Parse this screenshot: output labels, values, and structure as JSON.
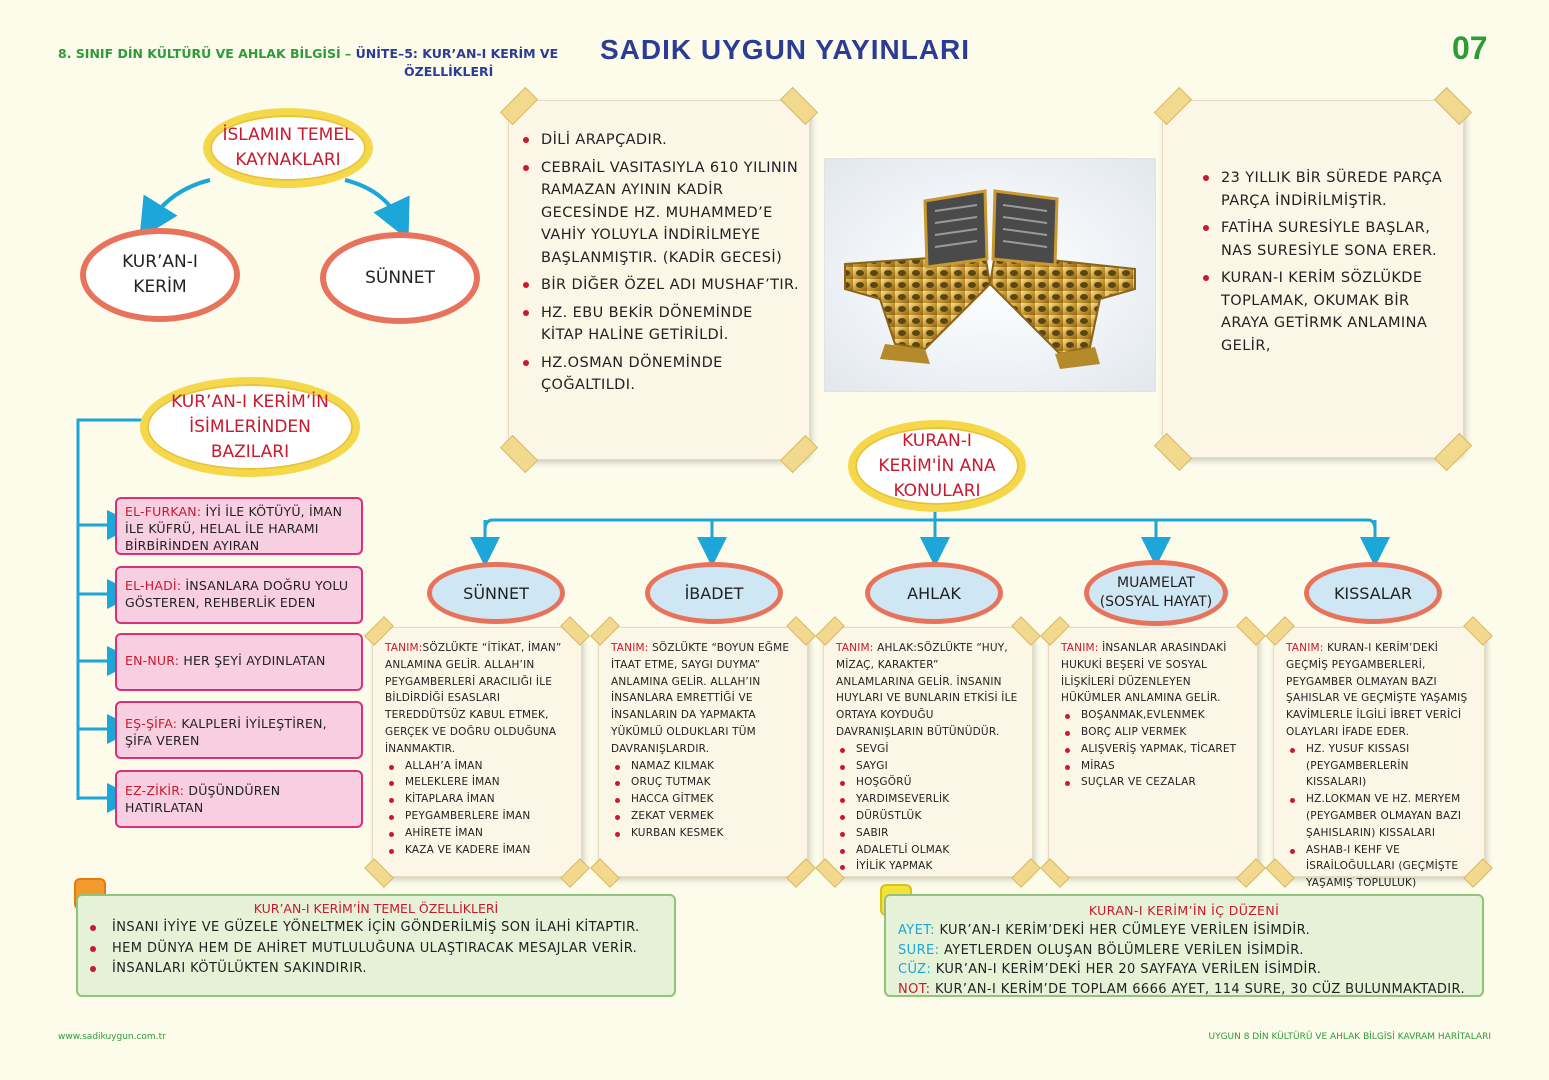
{
  "header": {
    "grade_course": "8. SINIF DİN KÜLTÜRÜ VE AHLAK BİLGİSİ – ",
    "unit": "ÜNİTE–5:  KUR’AN-I KERİM VE",
    "unit_sub": "ÖZELLİKLERİ",
    "brand": "SADIK  UYGUN  YAYINLARI",
    "page_number": "07"
  },
  "sources": {
    "title": "İSLAMIN TEMEL\nKAYNAKLARI",
    "left": "KUR’AN-I\nKERİM",
    "right": "SÜNNET"
  },
  "names": {
    "title": "KUR’AN-I KERİM’İN\nİSİMLERİNDEN\nBAZILARI",
    "items": [
      {
        "term": "EL-FURKAN:",
        "desc": " İYİ İLE KÖTÜYÜ, İMAN İLE KÜFRÜ, HELAL İLE HARAMI BİRBİRİNDEN AYIRAN"
      },
      {
        "term": "EL-HADİ:",
        "desc": " İNSANLARA DOĞRU YOLU GÖSTEREN, REHBERLİK EDEN"
      },
      {
        "term": "EN-NUR:",
        "desc": " HER ŞEYİ AYDINLATAN"
      },
      {
        "term": "EŞ-ŞİFA:",
        "desc": " KALPLERİ İYİLEŞTİREN, ŞİFA VEREN"
      },
      {
        "term": "EZ-ZİKİR:",
        "desc": " DÜŞÜNDÜREN HATIRLATAN"
      }
    ]
  },
  "note_left": [
    "DİLİ ARAPÇADIR.",
    "CEBRAİL VASITASIYLA 610 YILININ RAMAZAN AYININ KADİR GECESİNDE HZ. MUHAMMED’E VAHİY YOLUYLA İNDİRİLMEYE BAŞLANMIŞTIR. (KADİR GECESİ)",
    "BİR DİĞER ÖZEL ADI MUSHAF’TIR.",
    "HZ. EBU BEKİR DÖNEMİNDE KİTAP HALİNE GETİRİLDİ.",
    "HZ.OSMAN DÖNEMİNDE ÇOĞALTILDI."
  ],
  "note_right": [
    "23 YILLIK BİR SÜREDE PARÇA PARÇA İNDİRİLMİŞTİR.",
    "FATİHA SURESİYLE BAŞLAR, NAS SURESİYLE SONA ERER.",
    "KURAN-I KERİM SÖZLÜKDE TOPLAMAK, OKUMAK BİR ARAYA GETİRMK ANLAMINA GELİR,"
  ],
  "topics": {
    "title": "KURAN-I\nKERİM'İN ANA\nKONULARI",
    "items": [
      {
        "name": "SÜNNET",
        "def_label": "TANIM:",
        "def": "SÖZLÜKTE “İTİKAT, İMAN” ANLAMINA GELİR. ALLAH’IN PEYGAMBERLERİ ARACILIĞI İLE BİLDİRDİĞİ ESASLARI TEREDDÜTSÜZ KABUL ETMEK, GERÇEK VE DOĞRU OLDUĞUNA İNANMAKTIR.",
        "bullets": [
          "ALLAH’A İMAN",
          "MELEKLERE İMAN",
          "KİTAPLARA İMAN",
          "PEYGAMBERLERE İMAN",
          "AHİRETE İMAN",
          "KAZA VE KADERE İMAN"
        ]
      },
      {
        "name": "İBADET",
        "def_label": "TANIM:",
        "def": " SÖZLÜKTE “BOYUN EĞME İTAAT ETME, SAYGI DUYMA” ANLAMINA GELİR. ALLAH’IN İNSANLARA EMRETTİĞİ VE İNSANLARIN DA YAPMAKTA YÜKÜMLÜ OLDUKLARI TÜM DAVRANIŞLARDIR.",
        "bullets": [
          "NAMAZ KILMAK",
          "ORUÇ TUTMAK",
          "HACCA GİTMEK",
          "ZEKAT VERMEK",
          "KURBAN KESMEK"
        ]
      },
      {
        "name": "AHLAK",
        "def_label": "TANIM:",
        "def": " AHLAK:SÖZLÜKTE “HUY, MİZAÇ, KARAKTER” ANLAMLARINA GELİR. İNSANIN HUYLARI VE BUNLARIN ETKİSİ İLE ORTAYA KOYDUĞU DAVRANIŞLARIN BÜTÜNÜDÜR.",
        "bullets": [
          "SEVGİ",
          "SAYGI",
          "HOŞGÖRÜ",
          "YARDIMSEVERLİK",
          "DÜRÜSTLÜK",
          "SABIR",
          "ADALETLİ OLMAK",
          "İYİLİK YAPMAK"
        ]
      },
      {
        "name": "MUAMELAT\n(SOSYAL HAYAT)",
        "def_label": "TANIM:",
        "def": " İNSANLAR ARASINDAKİ HUKUKİ BEŞERİ VE SOSYAL İLİŞKİLERİ DÜZENLEYEN HÜKÜMLER ANLAMINA GELİR.",
        "bullets": [
          "BOŞANMAK,EVLENMEK",
          "BORÇ ALIP VERMEK",
          "ALIŞVERİŞ YAPMAK, TİCARET",
          "MİRAS",
          "SUÇLAR VE CEZALAR"
        ]
      },
      {
        "name": "KISSALAR",
        "def_label": "TANIM:",
        "def": " KURAN-I KERİM’DEKİ GEÇMİŞ PEYGAMBERLERİ, PEYGAMBER OLMAYAN BAZI ŞAHISLAR VE GEÇMİŞTE YAŞAMIŞ KAVİMLERLE İLGİLİ İBRET VERİCİ OLAYLARI İFADE EDER.",
        "bullets": [
          "HZ. YUSUF KISSASI (PEYGAMBERLERİN KISSALARI)",
          "HZ.LOKMAN VE HZ. MERYEM (PEYGAMBER OLMAYAN BAZI ŞAHISLARIN) KISSALARI",
          "ASHAB-I KEHF VE İSRAİLOĞULLARI (GEÇMİŞTE YAŞAMIŞ TOPLULUK)"
        ]
      }
    ]
  },
  "features": {
    "title": "KUR’AN-I KERİM’İN TEMEL ÖZELLİKLERİ",
    "items": [
      "İNSANI İYİYE VE GÜZELE YÖNELTMEK İÇİN GÖNDERİLMİŞ SON İLAHİ KİTAPTIR.",
      "HEM DÜNYA HEM DE AHİRET MUTLULUĞUNA ULAŞTIRACAK MESAJLAR VERİR.",
      "İNSANLARI KÖTÜLÜKTEN SAKINDIRIR."
    ]
  },
  "structure": {
    "title": "KURAN-I KERİM’İN İÇ DÜZENİ",
    "items": [
      {
        "term": "AYET:",
        "desc": " KUR’AN-I KERİM’DEKİ HER CÜMLEYE VERİLEN İSİMDİR."
      },
      {
        "term": "SURE:",
        "desc": " AYETLERDEN OLUŞAN BÖLÜMLERE VERİLEN İSİMDİR."
      },
      {
        "term": "CÜZ:",
        "desc": " KUR’AN-I KERİM’DEKİ HER 20 SAYFAYA VERİLEN İSİMDİR."
      },
      {
        "term": "NOT:",
        "desc": " KUR’AN-I KERİM’DE TOPLAM 6666 AYET, 114 SURE, 30 CÜZ BULUNMAKTADIR."
      }
    ]
  },
  "footer": {
    "left": "www.sadikuygun.com.tr",
    "right": "UYGUN 8 DİN KÜLTÜRÜ VE AHLAK BİLGİSİ KAVRAM HARİTALARI"
  },
  "colors": {
    "green": "#2e9b3a",
    "navy": "#2a3c95",
    "red": "#c8192e",
    "blue_arrow": "#1da6d8"
  }
}
